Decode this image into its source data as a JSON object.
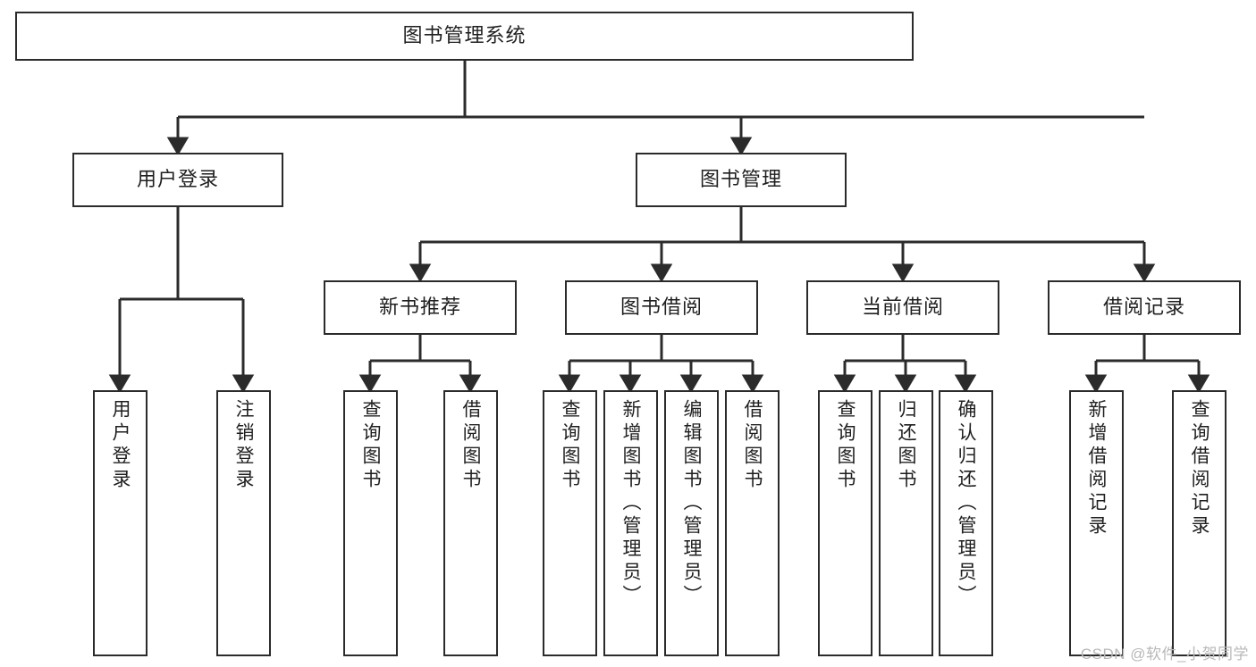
{
  "diagram": {
    "type": "tree-hierarchy-chart",
    "title": "图书管理系统",
    "watermark": "CSDN @软件_小贺同学",
    "colors": {
      "stroke": "#2b2b2b",
      "fill": "#ffffff",
      "text": "#1f1f1f",
      "watermark": "#b8b8b8"
    },
    "levels": {
      "root": {
        "label": "图书管理系统"
      },
      "level2": [
        {
          "label": "用户登录"
        },
        {
          "label": "图书管理"
        }
      ],
      "level3": [
        {
          "label": "新书推荐"
        },
        {
          "label": "图书借阅"
        },
        {
          "label": "当前借阅"
        },
        {
          "label": "借阅记录"
        }
      ],
      "leaves": {
        "user_login": [
          {
            "label": "用户登录"
          },
          {
            "label": "注销登录"
          }
        ],
        "new_book": [
          {
            "label": "查询图书"
          },
          {
            "label": "借阅图书"
          }
        ],
        "book_borrow": [
          {
            "label": "查询图书"
          },
          {
            "label": "新增图书（管理员）"
          },
          {
            "label": "编辑图书（管理员）"
          },
          {
            "label": "借阅图书"
          }
        ],
        "current_borrow": [
          {
            "label": "查询图书"
          },
          {
            "label": "归还图书"
          },
          {
            "label": "确认归还（管理员）"
          }
        ],
        "borrow_record": [
          {
            "label": "新增借阅记录"
          },
          {
            "label": "查询借阅记录"
          }
        ]
      }
    }
  }
}
